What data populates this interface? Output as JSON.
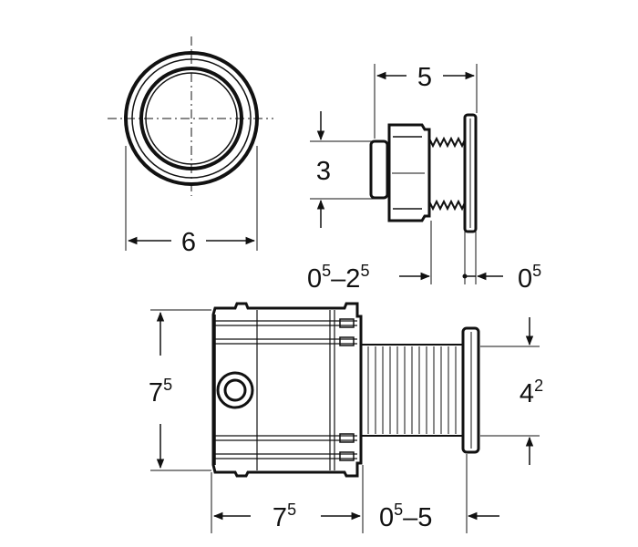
{
  "colors": {
    "ink": "#111111",
    "background": "#ffffff"
  },
  "dimensions": {
    "front_diameter": {
      "main": "6",
      "sup": ""
    },
    "side_length": {
      "main": "5",
      "sup": ""
    },
    "side_height": {
      "main": "3",
      "sup": ""
    },
    "spacer_range": {
      "a_main": "0",
      "a_sup": "5",
      "sep": "–",
      "b_main": "2",
      "b_sup": "5"
    },
    "plate_thickness": {
      "main": "0",
      "sup": "5"
    },
    "body_height": {
      "main": "7",
      "sup": "5"
    },
    "sleeve_diameter": {
      "main": "4",
      "sup": "2"
    },
    "body_length": {
      "main": "7",
      "sup": "5"
    },
    "sleeve_range": {
      "a_main": "0",
      "a_sup": "5",
      "sep": "–",
      "b_main": "5",
      "b_sup": ""
    }
  }
}
